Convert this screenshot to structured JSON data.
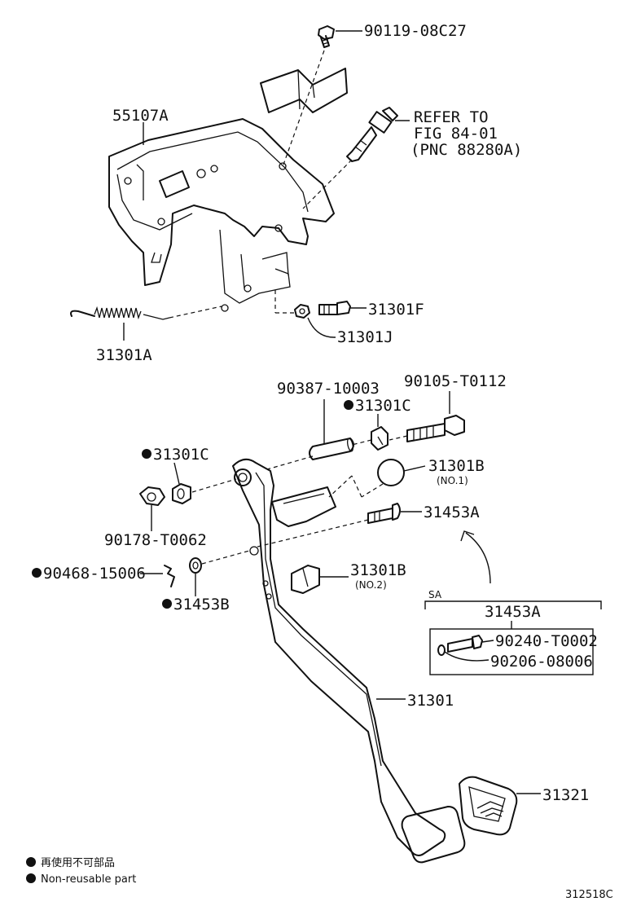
{
  "parts": {
    "p90119": "90119-08C27",
    "refer_line1": "REFER TO",
    "refer_line2": "FIG 84-01",
    "refer_line3": "(PNC 88280A)",
    "p55107A": "55107A",
    "p31301F": "31301F",
    "p31301J": "31301J",
    "p31301A": "31301A",
    "p90387": "90387-10003",
    "p90105": "90105-T0112",
    "p31301C_upper": "31301C",
    "p31301C_left": "31301C",
    "p31301B_no1": "31301B",
    "p31301B_no1_note": "(NO.1)",
    "p90178": "90178-T0062",
    "p31453A": "31453A",
    "p90468": "90468-15006",
    "p31301B_no2": "31301B",
    "p31301B_no2_note": "(NO.2)",
    "p31453B": "31453B",
    "p31301": "31301",
    "p31321": "31321"
  },
  "sa_box": {
    "sa_label": "SA",
    "title": "31453A",
    "item1": "90240-T0002",
    "item2": "90206-08006"
  },
  "legend": {
    "line_jp": "再使用不可部品",
    "line_en": "Non-reusable part"
  },
  "figure_code": "312518C"
}
